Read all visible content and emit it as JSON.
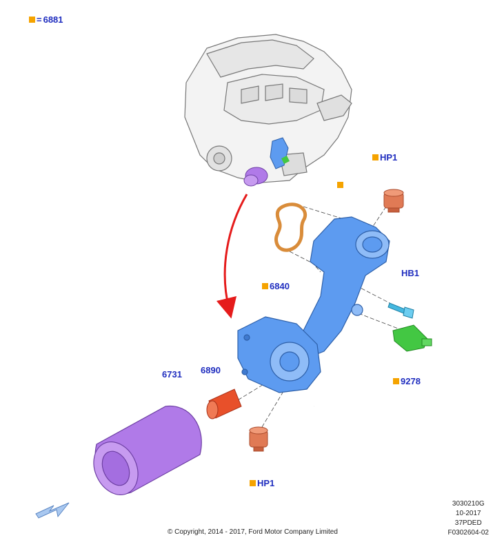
{
  "legend": {
    "part": "6881",
    "symbol": "="
  },
  "callouts": {
    "hp1_top": "HP1",
    "bracket_square": "",
    "gasket": "6840",
    "bolt": "HB1",
    "sensor": "9278",
    "filter": "6731",
    "adapter": "6890",
    "hp1_bottom": "HP1"
  },
  "meta": {
    "code": "3030210G",
    "date": "10-2017",
    "variant": "37PDED",
    "figure": "F0302604-02"
  },
  "copyright": "© Copyright, 2014 - 2017, Ford Motor Company Limited",
  "colors": {
    "callout_text": "#1f2dbf",
    "marker": "#f5a300",
    "housing": "#5d9bf0",
    "filter": "#b07ae8",
    "gasket": "#d98c3a",
    "plug": "#e07a55",
    "adapter": "#e8502a",
    "bolt": "#45b8e0",
    "sensor": "#43c743",
    "arrow": "#e51b1b"
  },
  "icons": [
    "view-direction-arrow-icon"
  ]
}
